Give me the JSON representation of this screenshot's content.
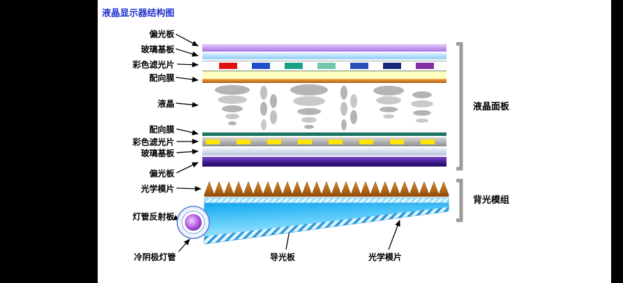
{
  "title": "液晶显示器结构图",
  "left_labels": [
    {
      "label": "偏光板"
    },
    {
      "label": "玻璃基板"
    },
    {
      "label": "彩色滤光片"
    },
    {
      "label": "配向膜"
    },
    {
      "label": "液晶"
    },
    {
      "label": "配向膜"
    },
    {
      "label": "彩色滤光片"
    },
    {
      "label": "玻璃基板"
    },
    {
      "label": "偏光板"
    },
    {
      "label": "光学模片"
    },
    {
      "label": "灯管反射板"
    }
  ],
  "bottom_labels": [
    {
      "label": "冷阴极灯管"
    },
    {
      "label": "导光板"
    },
    {
      "label": "光学模片"
    }
  ],
  "group_labels": [
    {
      "label": "液晶面板"
    },
    {
      "label": "背光模组"
    }
  ],
  "colors": {
    "title_text": "#2233cc",
    "polarizer_top": "#c39af0",
    "glass_substrate": "#92ccf4",
    "color_filter_squares": [
      "#e01010",
      "#2050c8",
      "#18a088",
      "#70c8b0",
      "#2850b8",
      "#182878",
      "#8030a0"
    ],
    "overcoat_yellow": "#ffffc2",
    "alignment_film_top": "#d98428",
    "alignment_film_bottom": "#1e7464",
    "tft_gray": "#a8a8a8",
    "tft_dash_yellow": "#ffe400",
    "polarizer_bottom": "#32127e",
    "prism_sheet_orange": "#b05a10",
    "light_guide_blue": "#29b5f2",
    "lamp_purple": "#8a2fc0",
    "bracket_gray": "#9a9a9a"
  }
}
